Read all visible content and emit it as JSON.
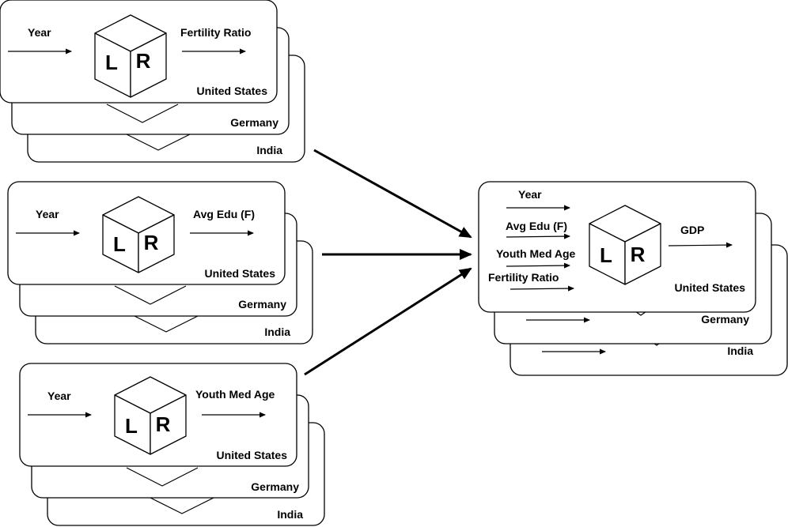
{
  "colors": {
    "stroke": "#000000",
    "background": "#ffffff"
  },
  "cube": {
    "left_letter": "L",
    "right_letter": "R"
  },
  "countries": [
    "United States",
    "Germany",
    "India"
  ],
  "models": [
    {
      "input": "Year",
      "output": "Fertility Ratio",
      "cards": [
        "United States",
        "Germany",
        "India"
      ]
    },
    {
      "input": "Year",
      "output": "Avg Edu (F)",
      "cards": [
        "United States",
        "Germany",
        "India"
      ]
    },
    {
      "input": "Year",
      "output": "Youth Med Age",
      "cards": [
        "United States",
        "Germany",
        "India"
      ]
    }
  ],
  "combined_model": {
    "inputs": [
      "Year",
      "Avg Edu (F)",
      "Youth Med Age",
      "Fertility Ratio"
    ],
    "output": "GDP",
    "cards": [
      "United States",
      "Germany",
      "India"
    ]
  }
}
